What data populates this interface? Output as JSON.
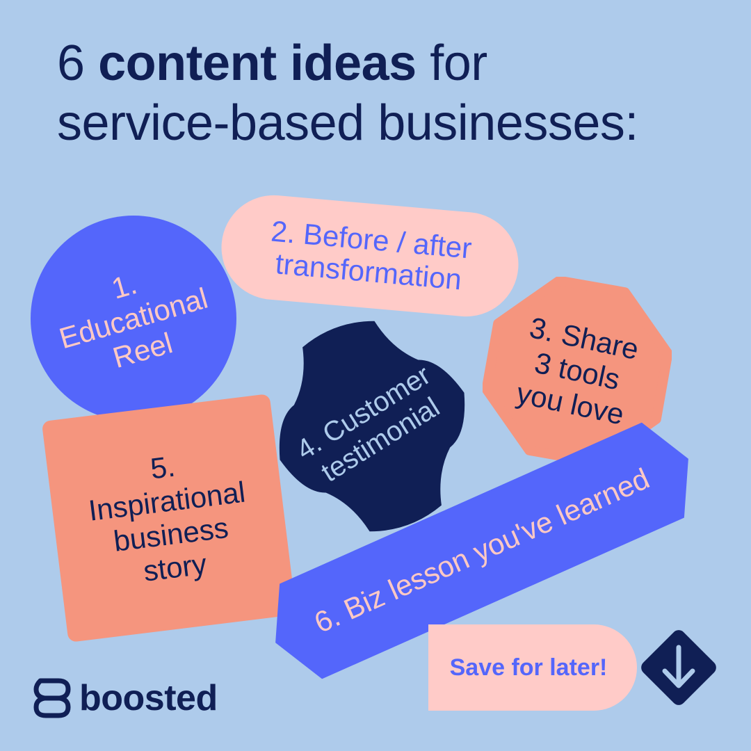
{
  "title": {
    "line1_prefix": "6",
    "line1_bold": "content ideas",
    "line1_suffix": "for",
    "line2": "service-based businesses:"
  },
  "ideas": [
    {
      "lines": [
        "1.",
        "Educational",
        "Reel"
      ]
    },
    {
      "lines": [
        "2. Before / after",
        "transformation"
      ]
    },
    {
      "lines": [
        "3. Share",
        "3 tools",
        "you love"
      ]
    },
    {
      "lines": [
        "4. Customer",
        "testimonial"
      ]
    },
    {
      "lines": [
        "5.",
        "Inspirational",
        "business",
        "story"
      ]
    },
    {
      "lines": [
        "6. Biz lesson you've learned"
      ]
    }
  ],
  "cta": {
    "label": "Save for later!",
    "icon": "arrow-down-icon"
  },
  "brand": {
    "name": "boosted",
    "icon": "boosted-logo-icon"
  },
  "colors": {
    "background": "#aecbeb",
    "navy": "#101f55",
    "blue": "#5466fb",
    "pink": "#ffcbc8",
    "salmon": "#f5957e"
  }
}
